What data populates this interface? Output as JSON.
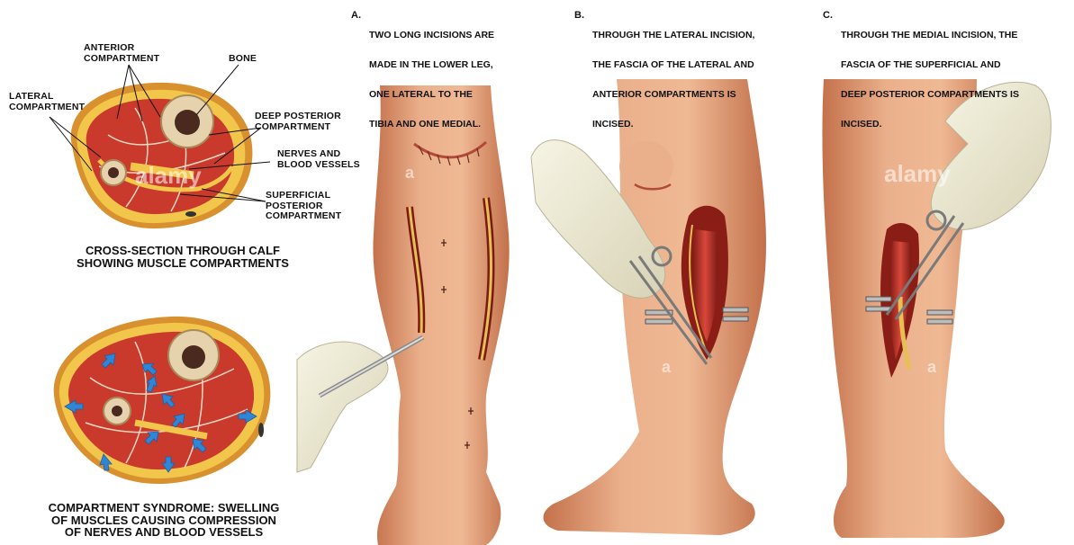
{
  "labels": {
    "anterior": [
      "ANTERIOR",
      "COMPARTMENT"
    ],
    "bone": [
      "BONE"
    ],
    "lateral": [
      "LATERAL",
      "COMPARTMENT"
    ],
    "deep_posterior": [
      "DEEP POSTERIOR",
      "COMPARTMENT"
    ],
    "nerves": [
      "NERVES AND",
      "BLOOD VESSELS"
    ],
    "superficial": [
      "SUPERFICIAL",
      "POSTERIOR",
      "COMPARTMENT"
    ]
  },
  "captions": {
    "cross_section": [
      "CROSS-SECTION THROUGH CALF",
      "SHOWING MUSCLE COMPARTMENTS"
    ],
    "syndrome": [
      "COMPARTMENT SYNDROME: SWELLING",
      "OF MUSCLES CAUSING COMPRESSION",
      "OF NERVES AND BLOOD VESSELS"
    ]
  },
  "steps": [
    {
      "letter": "A.",
      "lines": [
        "TWO LONG INCISIONS ARE",
        "MADE IN THE LOWER LEG,",
        "ONE LATERAL TO THE",
        "TIBIA AND ONE MEDIAL."
      ]
    },
    {
      "letter": "B.",
      "lines": [
        "THROUGH THE LATERAL INCISION,",
        "THE FASCIA OF THE LATERAL AND",
        "ANTERIOR COMPARTMENTS IS",
        "INCISED."
      ]
    },
    {
      "letter": "C.",
      "lines": [
        "THROUGH THE MEDIAL INCISION, THE",
        "FASCIA OF THE SUPERFICIAL AND",
        "DEEP POSTERIOR COMPARTMENTS IS",
        "INCISED."
      ]
    }
  ],
  "watermark": [
    "alamy",
    "a"
  ],
  "colors": {
    "skin": "#e7a57e",
    "muscle": "#c5352b",
    "fat": "#f1c84a",
    "bone": "#e8d6b4",
    "arrow": "#2f86d6",
    "glove": "#ece8d2"
  }
}
